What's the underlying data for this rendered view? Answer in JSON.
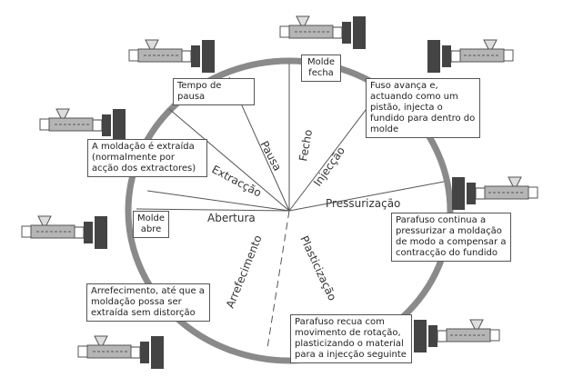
{
  "sectors": {
    "fecho": "Fecho",
    "injeccao": "Injecção",
    "pressurizacao": "Pressurização",
    "plasticizacao": "Plasticização",
    "arrefecimento": "Arrefecimento",
    "abertura": "Abertura",
    "extraccao": "Extracção",
    "pausa": "Pausa"
  },
  "notes": {
    "molde_fecha": "Molde fecha",
    "fuso_avanca": "Fuso avança e, actuando como um pistão, injecta o fundido para dentro do molde",
    "parafuso_continua": "Parafuso continua a pressurizar a moldação de modo a compensar a contracção do fundido",
    "parafuso_recua": "Parafuso recua com movimento de rotação, plasticizando o material para a injecção seguinte",
    "arrefecimento": "Arrefecimento, até que a moldação possa ser extraída sem distorção",
    "molde_abre": "Molde abre",
    "moldacao_extraida": "A moldação é extraída (normalmente por acção dos extractores)",
    "tempo_pausa": "Tempo de pausa"
  },
  "colors": {
    "ring": "#8a8a8a",
    "line": "#555555",
    "machine_body": "#b5b5b5",
    "mold": "#444444"
  },
  "icons": [
    "injection-machine-icon"
  ]
}
